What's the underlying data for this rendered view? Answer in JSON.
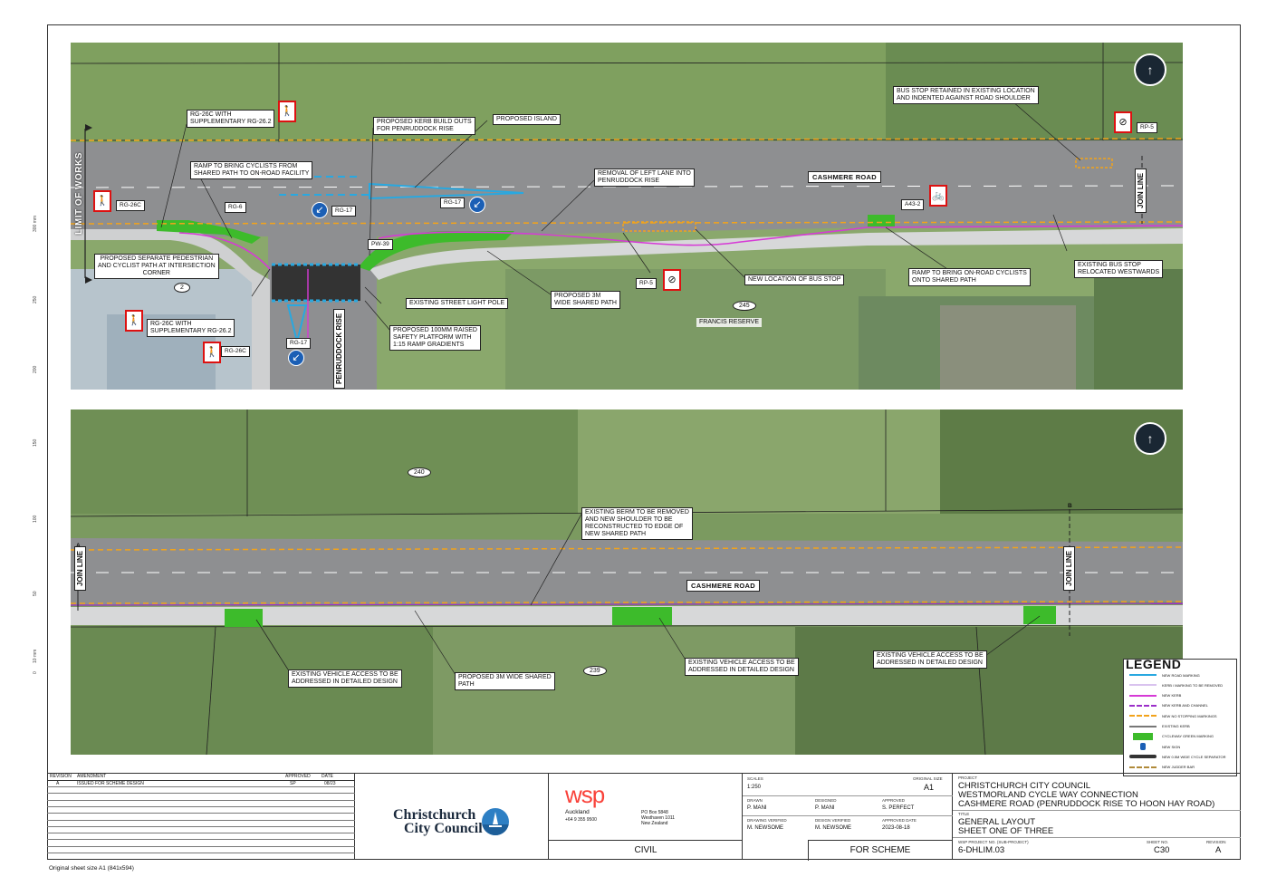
{
  "sheet": {
    "footer_note": "Original sheet size A1 (841x594)"
  },
  "top_panel": {
    "road_name": "CASHMERE ROAD",
    "side_road": "PENRUDDOCK RISE",
    "limit_of_works": "LIMIT OF WORKS",
    "join_line": "JOIN LINE",
    "lot_2": "2",
    "lot_245": "245",
    "francis_reserve": "FRANCIS RESERVE",
    "labels": {
      "rg26c_supp": "RG-26C WITH\nSUPPLEMENTARY RG-26.2",
      "ramp_cyclists": "RAMP TO BRING CYCLISTS FROM\nSHARED PATH TO ON-ROAD FACILITY",
      "kerb_buildouts": "PROPOSED KERB BUILD OUTS\nFOR PENRUDDOCK RISE",
      "proposed_island": "PROPOSED ISLAND",
      "removal_left_lane": "REMOVAL OF LEFT LANE INTO\nPENRUDDOCK RISE",
      "bus_stop_retained": "BUS STOP RETAINED IN EXISTING LOCATION\nAND INDENTED AGAINST ROAD SHOULDER",
      "rp5_top": "RP-5",
      "rg26c_left": "RG-26C",
      "rg6": "RG-6",
      "rg17_top": "RG-17",
      "rg17_island": "RG-17",
      "pw39": "PW-39",
      "a43_2": "A43-2",
      "separate_path": "PROPOSED SEPARATE PEDESTRIAN\nAND CYCLIST PATH AT INTERSECTION\nCORNER",
      "street_light": "EXISTING STREET LIGHT POLE",
      "shared_path_3m": "PROPOSED 3m\nWIDE SHARED PATH",
      "rp5_bottom": "RP-5",
      "new_bus_stop": "NEW LOCATION OF BUS STOP",
      "ramp_onroad": "RAMP TO BRING ON-ROAD CYCLISTS\nONTO SHARED PATH",
      "bus_stop_relocated": "EXISTING BUS STOP\nRELOCATED WESTWARDS",
      "rg26c_supp_2": "RG-26C WITH\nSUPPLEMENTARY RG-26.2",
      "rg26c_bottom": "RG-26C",
      "rg17_bottom": "RG-17",
      "safety_platform": "PROPOSED 100mm RAISED\nSAFETY PLATFORM WITH\n1:15 RAMP GRADIENTS"
    }
  },
  "bottom_panel": {
    "road_name": "CASHMERE ROAD",
    "join_line_left": "JOIN LINE",
    "join_line_right": "JOIN LINE",
    "lot_240": "240",
    "lot_239": "239",
    "section_a": "A",
    "section_b": "B",
    "labels": {
      "berm_removed": "EXISTING BERM TO BE REMOVED\nAND NEW SHOULDER TO BE\nRECONSTRUCTED TO EDGE OF\nNEW SHARED PATH",
      "vehicle_access_1": "EXISTING VEHICLE ACCESS TO BE\nADDRESSED IN DETAILED DESIGN",
      "shared_path": "PROPOSED 3m WIDE SHARED\nPATH",
      "vehicle_access_2": "EXISTING VEHICLE ACCESS TO BE\nADDRESSED IN DETAILED DESIGN",
      "vehicle_access_3": "EXISTING VEHICLE ACCESS TO BE\nADDRESSED IN DETAILED DESIGN"
    }
  },
  "scale_bar": [
    "300 mm",
    "250",
    "200",
    "150",
    "100",
    "50",
    "10 mm",
    "0"
  ],
  "legend": {
    "title": "LEGEND",
    "items": [
      {
        "label": "NEW ROAD MARKING",
        "color": "#29a8e0",
        "style": "line"
      },
      {
        "label": "KERB / MARKING TO BE REMOVED",
        "color": "#d9c3ef",
        "style": "line"
      },
      {
        "label": "NEW KERB",
        "color": "#d63ad6",
        "style": "line"
      },
      {
        "label": "NEW KERB AND CHANNEL",
        "color": "#9b2fc9",
        "style": "dash"
      },
      {
        "label": "NEW NO STOPPING MARKINGS",
        "color": "#f2a31b",
        "style": "dash"
      },
      {
        "label": "EXISTING KERB",
        "color": "#777777",
        "style": "line"
      },
      {
        "label": "CYCLEWAY GREEN MARKING",
        "color": "#3dbb2b",
        "style": "block"
      },
      {
        "label": "NEW SIGN",
        "color": "#1b5fb5",
        "style": "sign"
      },
      {
        "label": "NEW 0.5m WIDE CYCLE SEPARATOR",
        "color": "#333333",
        "style": "thick"
      },
      {
        "label": "NEW JUDDER BAR",
        "color": "#b08a3a",
        "style": "dash"
      }
    ]
  },
  "title_block": {
    "rev_headers": {
      "revision": "REVISION",
      "amendment": "AMENDMENT",
      "approved": "APPROVED",
      "date": "DATE"
    },
    "rev_rows": [
      {
        "revision": "A",
        "amendment": "ISSUED FOR SCHEME DESIGN",
        "approved": "SP",
        "date": "08/23"
      }
    ],
    "client_name_line1": "Christchurch",
    "client_name_line2": "City Council",
    "wsp_logo": "wsp",
    "wsp_office": "Auckland",
    "wsp_phone": "+64 9 355 9500",
    "wsp_address": "PO Box 5848\nWesthaven 1011\nNew Zealand",
    "discipline": "CIVIL",
    "scales_h": "SCALES",
    "scales_v": "1:250",
    "orig_size_h": "ORIGINAL SIZE",
    "orig_size_v": "A1",
    "drawn_h": "DRAWN",
    "drawn_v": "P. MANI",
    "designed_h": "DESIGNED",
    "designed_v": "P. MANI",
    "approved_h": "APPROVED",
    "approved_v": "S. PERFECT",
    "drawing_verified_h": "DRAWING VERIFIED",
    "drawing_verified_v": "M. NEWSOME",
    "design_verified_h": "DESIGN VERIFIED",
    "design_verified_v": "M. NEWSOME",
    "approved_date_h": "APPROVED DATE",
    "approved_date_v": "2023-08-18",
    "status": "FOR SCHEME",
    "project_h": "PROJECT",
    "project_line1": "CHRISTCHURCH CITY COUNCIL",
    "project_line2": "WESTMORLAND CYCLE WAY CONNECTION",
    "project_line3": "CASHMERE ROAD (PENRUDDOCK RISE TO HOON HAY ROAD)",
    "title_h": "TITLE",
    "title_line1": "GENERAL LAYOUT",
    "title_line2": "SHEET ONE OF THREE",
    "wsp_project_h": "WSP PROJECT NO. (SUB-PROJECT)",
    "wsp_project_v": "6-DHLIM.03",
    "sheet_no_h": "SHEET NO.",
    "sheet_no_v": "C30",
    "revision_h": "REVISION",
    "revision_v": "A"
  }
}
